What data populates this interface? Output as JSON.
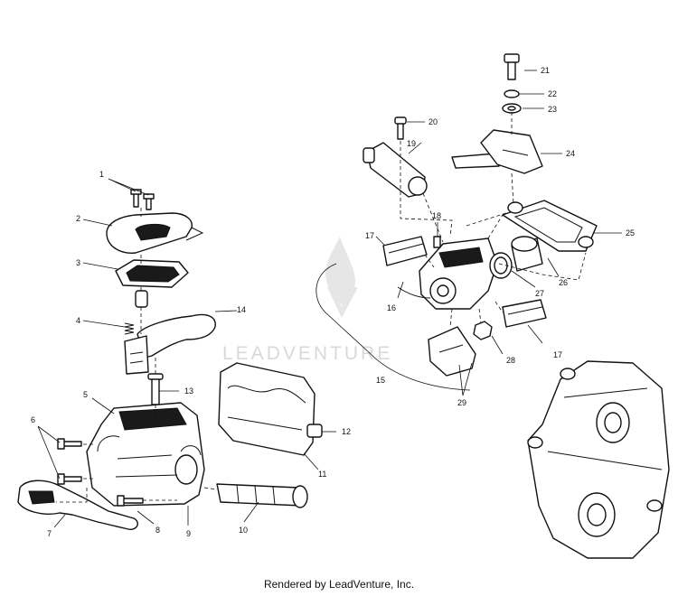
{
  "callouts": [
    {
      "id": "1",
      "label": "1"
    },
    {
      "id": "2",
      "label": "2"
    },
    {
      "id": "3",
      "label": "3"
    },
    {
      "id": "4",
      "label": "4"
    },
    {
      "id": "5",
      "label": "5"
    },
    {
      "id": "6",
      "label": "6"
    },
    {
      "id": "7",
      "label": "7"
    },
    {
      "id": "8",
      "label": "8"
    },
    {
      "id": "9",
      "label": "9"
    },
    {
      "id": "10",
      "label": "10"
    },
    {
      "id": "11",
      "label": "11"
    },
    {
      "id": "12",
      "label": "12"
    },
    {
      "id": "13",
      "label": "13"
    },
    {
      "id": "14",
      "label": "14"
    },
    {
      "id": "15",
      "label": "15"
    },
    {
      "id": "16",
      "label": "16"
    },
    {
      "id": "17",
      "label": "17"
    },
    {
      "id": "18",
      "label": "18"
    },
    {
      "id": "19",
      "label": "19"
    },
    {
      "id": "20",
      "label": "20"
    },
    {
      "id": "21",
      "label": "21"
    },
    {
      "id": "22",
      "label": "22"
    },
    {
      "id": "23",
      "label": "23"
    },
    {
      "id": "24",
      "label": "24"
    },
    {
      "id": "25",
      "label": "25"
    },
    {
      "id": "26",
      "label": "26"
    },
    {
      "id": "27",
      "label": "27"
    },
    {
      "id": "28",
      "label": "28"
    },
    {
      "id": "29",
      "label": "29"
    }
  ],
  "watermark": {
    "text": "LEADVENTURE",
    "icon": "flame-logo-icon"
  },
  "footer": {
    "credit": "Rendered by LeadVenture, Inc."
  }
}
